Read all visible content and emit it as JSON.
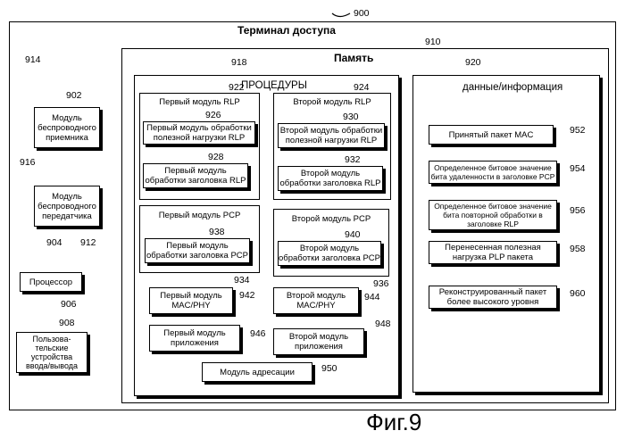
{
  "figure_label": "Фиг.9",
  "terminal": {
    "title": "Терминал доступа",
    "ref": "900"
  },
  "memory": {
    "title": "Память",
    "ref": "910"
  },
  "procedures": {
    "title": "ПРОЦЕДУРЫ",
    "ref": "918"
  },
  "data_info": {
    "title": "данные/информация",
    "ref": "920"
  },
  "rlp1": {
    "title": "Первый модуль RLP",
    "ref": "922",
    "payload_label": "Первый модуль обработки\nполезной нагрузки RLP",
    "payload_ref": "926",
    "header_label": "Первый модуль\nобработки заголовка RLP",
    "header_ref": "928"
  },
  "rlp2": {
    "title": "Второй модуль RLP",
    "ref": "924",
    "payload_label": "Второй модуль обработки\nполезной нагрузки RLP",
    "payload_ref": "930",
    "header_label": "Второй модуль\nобработки заголовка RLP",
    "header_ref": "932"
  },
  "pcp1": {
    "title": "Первый модуль PCP",
    "ref": "934",
    "header_label": "Первый модуль\nобработки заголовка PCP",
    "header_ref": "938"
  },
  "pcp2": {
    "title": "Второй модуль PCP",
    "ref": "936",
    "header_label": "Второй модуль\nобработки заголовка PCP",
    "header_ref": "940"
  },
  "mac1": {
    "label": "Первый модуль\nMAC/PHY",
    "ref": "942"
  },
  "mac2": {
    "label": "Второй модуль\nMAC/PHY",
    "ref": "944"
  },
  "app1": {
    "label": "Первый модуль\nприложения",
    "ref": "946"
  },
  "app2": {
    "label": "Второй модуль\nприложения",
    "ref": "948"
  },
  "addressing": {
    "label": "Модуль адресации",
    "ref": "950"
  },
  "data_items": [
    {
      "label": "Принятый пакет MAC",
      "ref": "952"
    },
    {
      "label": "Определенное битовое значение\nбита удаленности в заголовке PCP",
      "ref": "954"
    },
    {
      "label": "Определенное битовое значение\nбита повторной обработки в\nзаголовке RLP",
      "ref": "956"
    },
    {
      "label": "Перенесенная полезная\nнагрузка PLP пакета",
      "ref": "958"
    },
    {
      "label": "Реконструированный пакет\nболее высокого уровня",
      "ref": "960"
    }
  ],
  "receiver": {
    "label": "Модуль\nбеспроводного\nприемника",
    "ref": "902",
    "antenna_ref": "914"
  },
  "transmitter": {
    "label": "Модуль\nбеспроводного\nпередатчика",
    "ref": "904",
    "antenna_ref": "916"
  },
  "processor": {
    "label": "Процессор",
    "ref": "906"
  },
  "io": {
    "label": "Пользова-\nтельские\nустройства\nввода/вывода",
    "ref": "908"
  },
  "bus_ref": "912"
}
